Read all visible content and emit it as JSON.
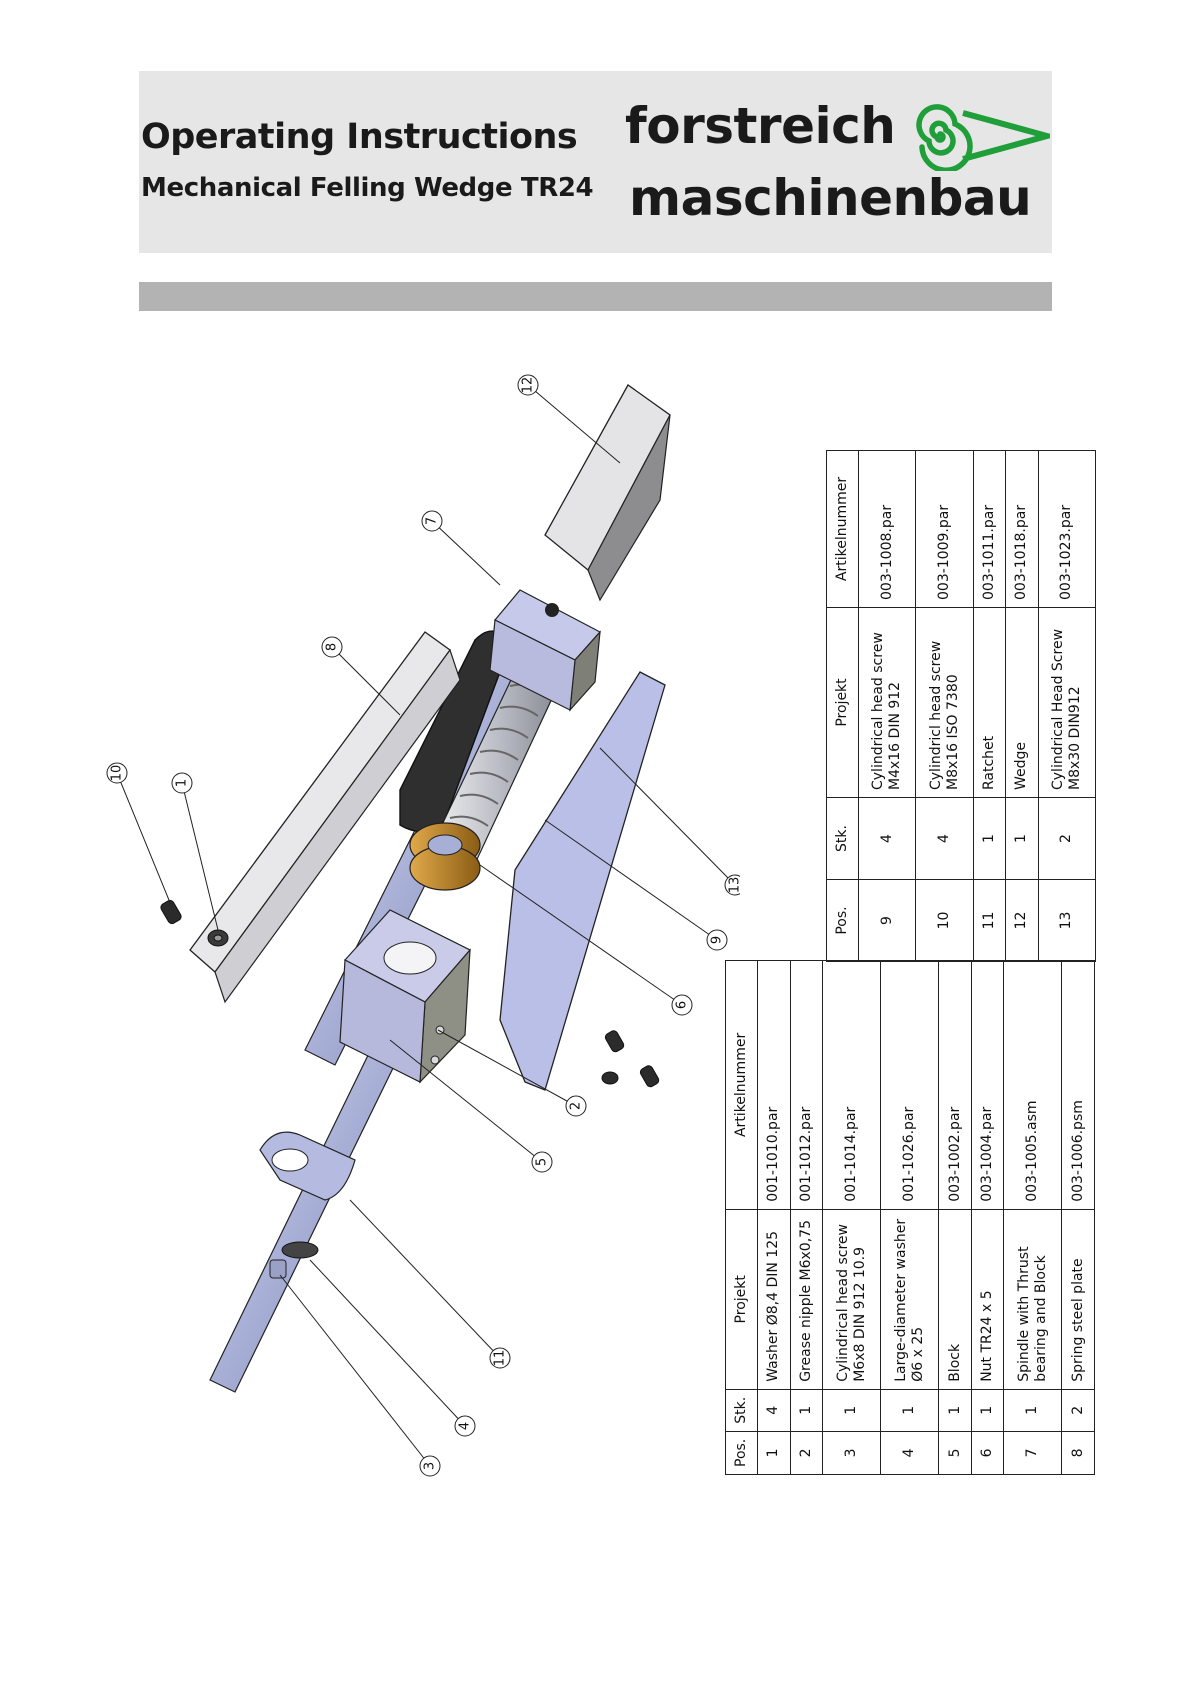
{
  "header": {
    "title": "Operating Instructions",
    "subtitle": "Mechanical Felling Wedge TR24",
    "logo": {
      "line1": "forstreich",
      "line2": "maschinenbau",
      "accent": "#1f9e3a"
    }
  },
  "drawing": {
    "callouts": [
      "1",
      "2",
      "3",
      "4",
      "5",
      "6",
      "7",
      "8",
      "9",
      "10",
      "11",
      "12",
      "13"
    ],
    "colors": {
      "lavender": "#b8bde3",
      "silver": "#cfd3dc",
      "bronze": "#c8922a",
      "dark": "#2b2b2b",
      "grey_plate": "#e3e3e6"
    }
  },
  "table_left": {
    "headers": {
      "pos": "Pos.",
      "stk": "Stk.",
      "projekt": "Projekt",
      "artikel": "Artikelnummer"
    },
    "rows": [
      {
        "pos": "1",
        "stk": "4",
        "projekt": "Washer Ø8,4 DIN 125",
        "artikel": "001-1010.par"
      },
      {
        "pos": "2",
        "stk": "1",
        "projekt": "Grease nipple M6x0,75",
        "artikel": "001-1012.par"
      },
      {
        "pos": "3",
        "stk": "1",
        "projekt": "Cylindrical head screw M6x8 DIN 912 10.9",
        "artikel": "001-1014.par"
      },
      {
        "pos": "4",
        "stk": "1",
        "projekt": "Large-diameter washer Ø6 x 25",
        "artikel": "001-1026.par"
      },
      {
        "pos": "5",
        "stk": "1",
        "projekt": "Block",
        "artikel": "003-1002.par"
      },
      {
        "pos": "6",
        "stk": "1",
        "projekt": "Nut TR24 x 5",
        "artikel": "003-1004.par"
      },
      {
        "pos": "7",
        "stk": "1",
        "projekt": "Spindle with Thrust bearing and Block",
        "artikel": "003-1005.asm"
      },
      {
        "pos": "8",
        "stk": "2",
        "projekt": "Spring steel plate",
        "artikel": "003-1006.psm"
      }
    ]
  },
  "table_right": {
    "headers": {
      "pos": "Pos.",
      "stk": "Stk.",
      "projekt": "Projekt",
      "artikel": "Artikelnummer"
    },
    "rows": [
      {
        "pos": "9",
        "stk": "4",
        "projekt": "Cylindrical head screw M4x16 DIN 912",
        "artikel": "003-1008.par"
      },
      {
        "pos": "10",
        "stk": "4",
        "projekt": "Cylindricl head screw M8x16 ISO 7380",
        "artikel": "003-1009.par"
      },
      {
        "pos": "11",
        "stk": "1",
        "projekt": "Ratchet",
        "artikel": "003-1011.par"
      },
      {
        "pos": "12",
        "stk": "1",
        "projekt": "Wedge",
        "artikel": "003-1018.par"
      },
      {
        "pos": "13",
        "stk": "2",
        "projekt": "Cylindrical Head Screw M8x30 DIN912",
        "artikel": "003-1023.par"
      }
    ]
  }
}
